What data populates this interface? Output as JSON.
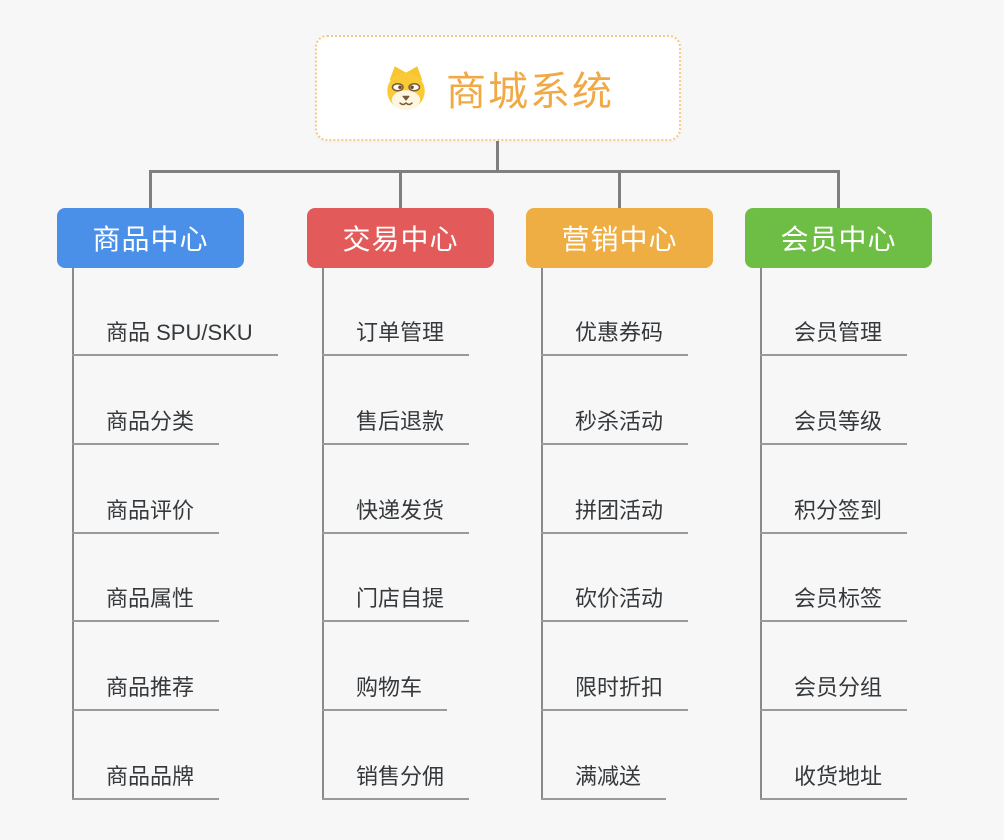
{
  "root": {
    "label": "商城系统",
    "icon": "dog-face-icon"
  },
  "branches": [
    {
      "label": "商品中心",
      "color": "#4a8fe8",
      "children": [
        "商品 SPU/SKU",
        "商品分类",
        "商品评价",
        "商品属性",
        "商品推荐",
        "商品品牌"
      ]
    },
    {
      "label": "交易中心",
      "color": "#e35a5a",
      "children": [
        "订单管理",
        "售后退款",
        "快递发货",
        "门店自提",
        "购物车",
        "销售分佣"
      ]
    },
    {
      "label": "营销中心",
      "color": "#eeae44",
      "children": [
        "优惠券码",
        "秒杀活动",
        "拼团活动",
        "砍价活动",
        "限时折扣",
        "满减送"
      ]
    },
    {
      "label": "会员中心",
      "color": "#6ebe45",
      "children": [
        "会员管理",
        "会员等级",
        "积分签到",
        "会员标签",
        "会员分组",
        "收货地址"
      ]
    }
  ],
  "colors": {
    "background": "#f7f7f7",
    "root_text": "#f0a944",
    "root_border": "#f3c985",
    "branch_product": "#4a8fe8",
    "branch_trade": "#e35a5a",
    "branch_marketing": "#eeae44",
    "branch_member": "#6ebe45",
    "connector": "#7f7f7f",
    "child_underline": "#9a9a9a",
    "child_text": "#35393c",
    "dog_head": "#f9ca35",
    "dog_muzzle": "#fdf6e1",
    "dog_features": "#7a5a35"
  }
}
